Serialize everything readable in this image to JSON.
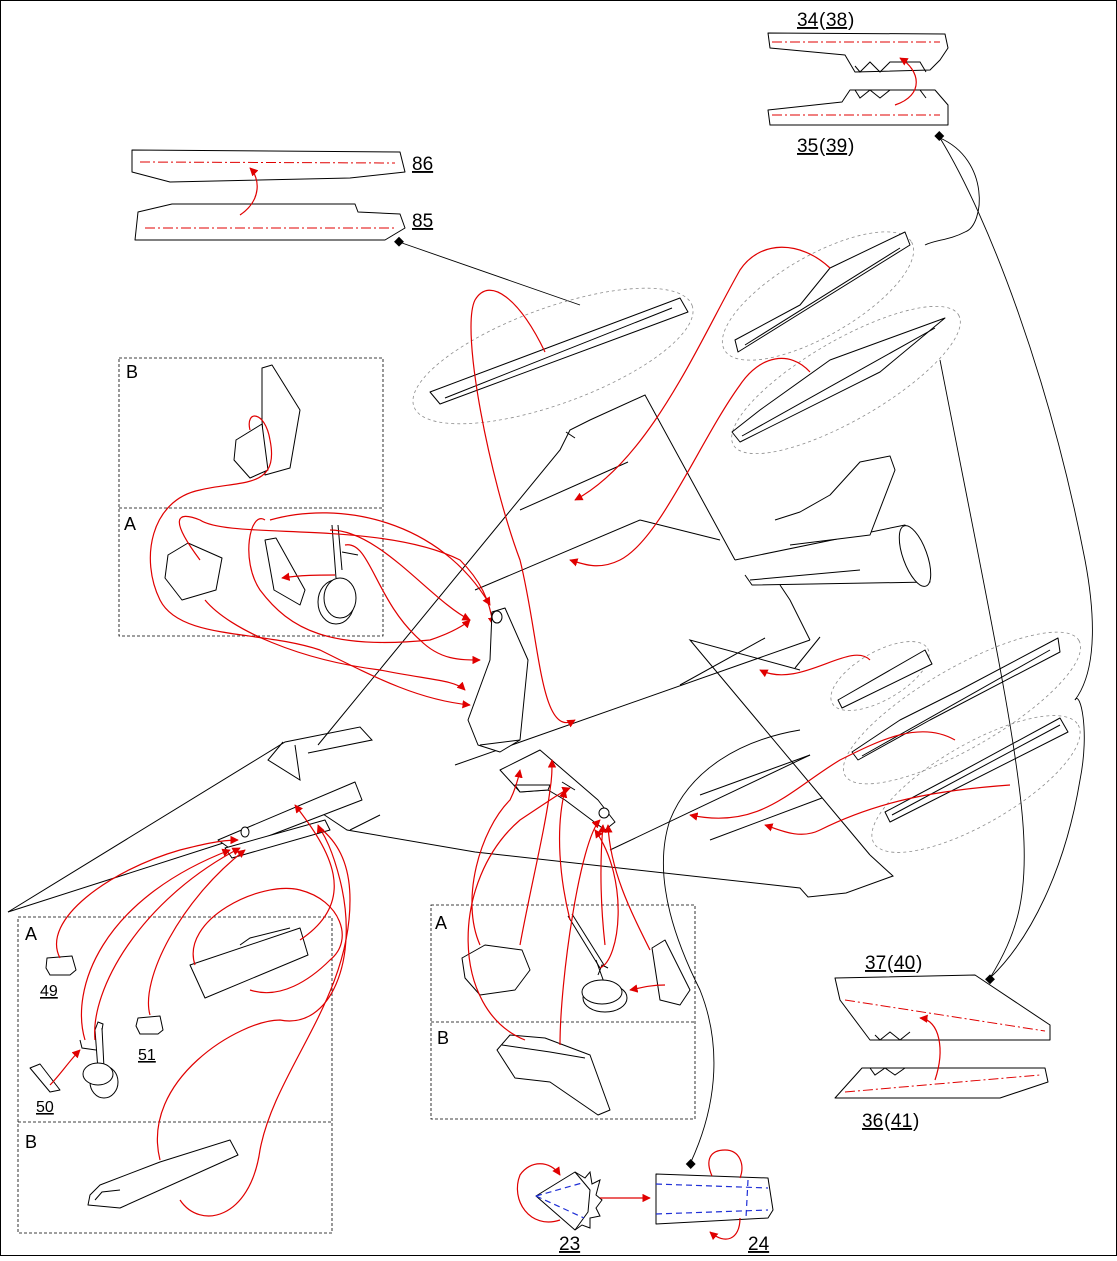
{
  "diagram": {
    "type": "exploded assembly instructions",
    "colors": {
      "line": "#000000",
      "guide": "#e00000",
      "fold": "#1f2fd6",
      "halo": "#8c8c8c"
    },
    "part_labels": {
      "p34": "34",
      "p38": "38",
      "p35": "35",
      "p39": "39",
      "p86": "86",
      "p85": "85",
      "p37": "37",
      "p40": "40",
      "p36": "36",
      "p41": "41",
      "p49": "49",
      "p50": "50",
      "p51": "51",
      "p23": "23",
      "p24": "24"
    },
    "sections": {
      "upper_left_b": "B",
      "upper_left_a": "A",
      "lower_left_a": "A",
      "lower_left_b": "B",
      "lower_mid_a": "A",
      "lower_mid_b": "B"
    }
  }
}
